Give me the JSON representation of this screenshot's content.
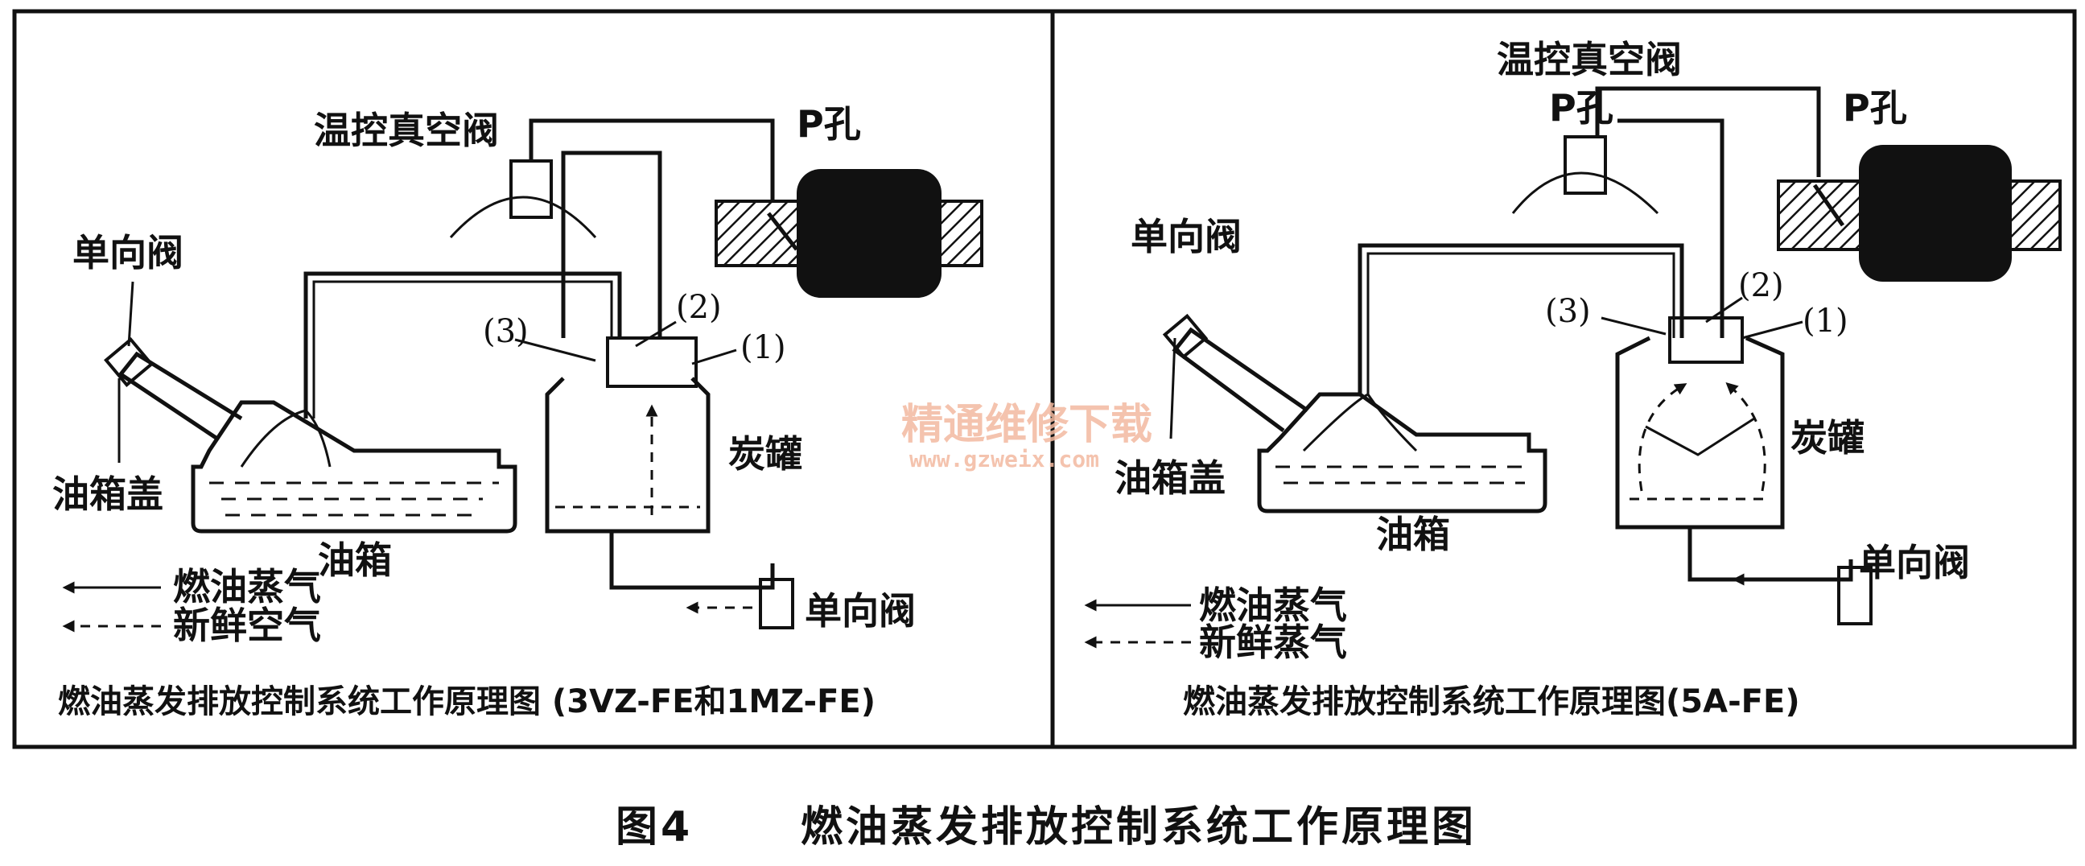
{
  "left_panel": {
    "labels": {
      "temp_vacuum_valve": "温控真空阀",
      "p_port": "P孔",
      "check_valve_top": "单向阀",
      "fuel_cap": "油箱盖",
      "fuel_tank": "油箱",
      "canister": "炭罐",
      "check_valve_bottom": "单向阀",
      "num_1": "(1)",
      "num_2": "(2)",
      "num_3": "(3)"
    },
    "legend": {
      "solid": "燃油蒸气",
      "dashed": "新鲜空气"
    },
    "caption": "燃油蒸发排放控制系统工作原理图 (3VZ-FE和1MZ-FE)"
  },
  "right_panel": {
    "labels": {
      "temp_vacuum_valve": "温控真空阀",
      "p_port_left": "P孔",
      "p_port_right": "P孔",
      "check_valve_top": "单向阀",
      "fuel_cap": "油箱盖",
      "fuel_tank": "油箱",
      "canister": "炭罐",
      "check_valve_bottom": "单向阀",
      "num_1": "(1)",
      "num_2": "(2)",
      "num_3": "(3)"
    },
    "legend": {
      "solid": "燃油蒸气",
      "dashed": "新鲜蒸气"
    },
    "caption": "燃油蒸发排放控制系统工作原理图(5A-FE)"
  },
  "figure_caption": {
    "number": "图4",
    "title": "燃油蒸发排放控制系统工作原理图"
  },
  "watermark": {
    "text": "精通维修下载",
    "url": "www.gzweix.com"
  }
}
